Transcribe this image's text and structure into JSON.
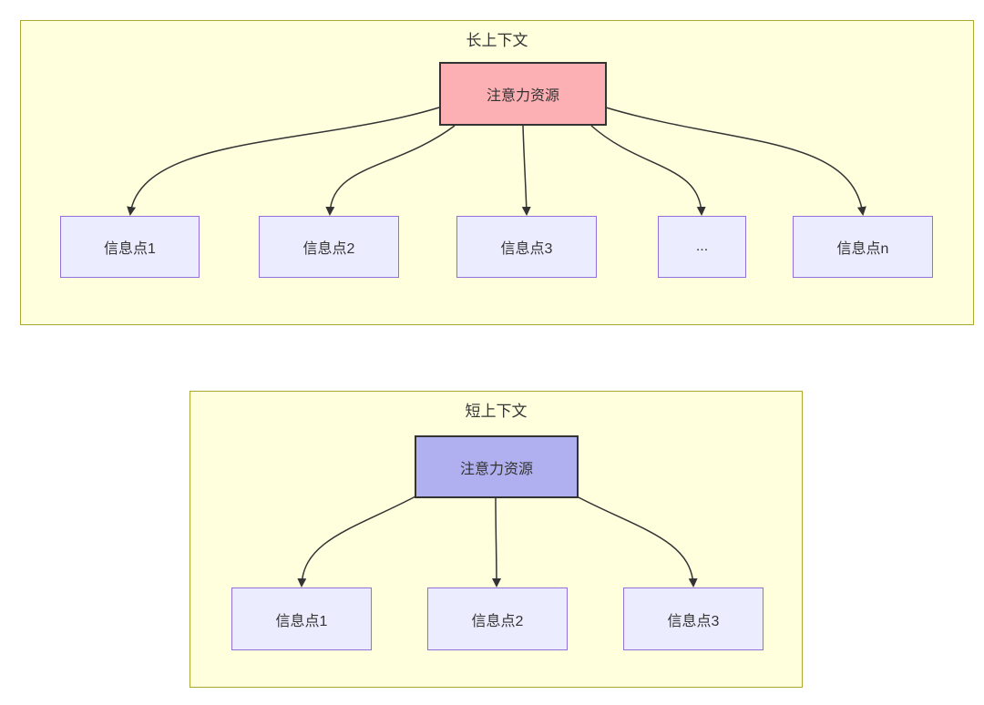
{
  "diagrams": {
    "long_context": {
      "title": "长上下文",
      "attention": {
        "label": "注意力资源"
      },
      "nodes": [
        {
          "label": "信息点1"
        },
        {
          "label": "信息点2"
        },
        {
          "label": "信息点3"
        },
        {
          "label": "..."
        },
        {
          "label": "信息点n"
        }
      ]
    },
    "short_context": {
      "title": "短上下文",
      "attention": {
        "label": "注意力资源"
      },
      "nodes": [
        {
          "label": "信息点1"
        },
        {
          "label": "信息点2"
        },
        {
          "label": "信息点3"
        }
      ]
    }
  },
  "colors": {
    "container-fill": "#FFFFDE",
    "container-border": "#AAAA33",
    "node-fill": "#ECECFF",
    "node-border": "#9370DB",
    "attention-long-fill": "#FCB0B4",
    "attention-short-fill": "#B0B0F0",
    "attention-border": "#333333",
    "arrow": "#333333",
    "text": "#333333"
  }
}
